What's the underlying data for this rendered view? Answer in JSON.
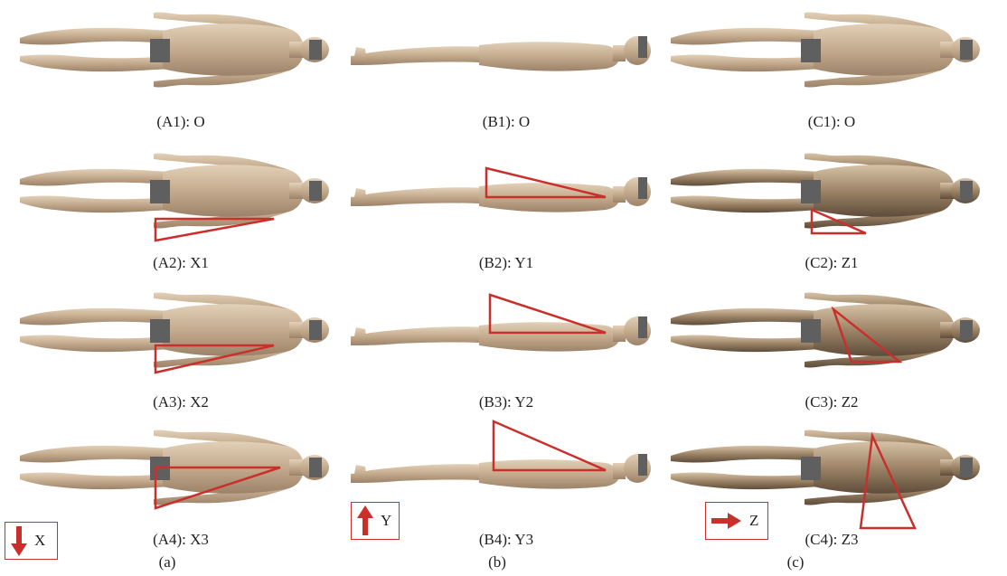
{
  "panels": {
    "a": [
      "(A1): O",
      "(A2): X1",
      "(A3): X2",
      "(A4): X3"
    ],
    "b": [
      "(B1): O",
      "(B2): Y1",
      "(B3): Y2",
      "(B4): Y3"
    ],
    "c": [
      "(C1): O",
      "(C2): Z1",
      "(C3): Z2",
      "(C4): Z3"
    ]
  },
  "column_labels": [
    "(a)",
    "(b)",
    "(c)"
  ],
  "axis_legends": {
    "x": "X",
    "y": "Y",
    "z": "Z"
  },
  "colors": {
    "body": "#c9b298",
    "body_shade": "#9e8a72",
    "mask": "#5f5f5f",
    "marker": "#c9302c"
  }
}
